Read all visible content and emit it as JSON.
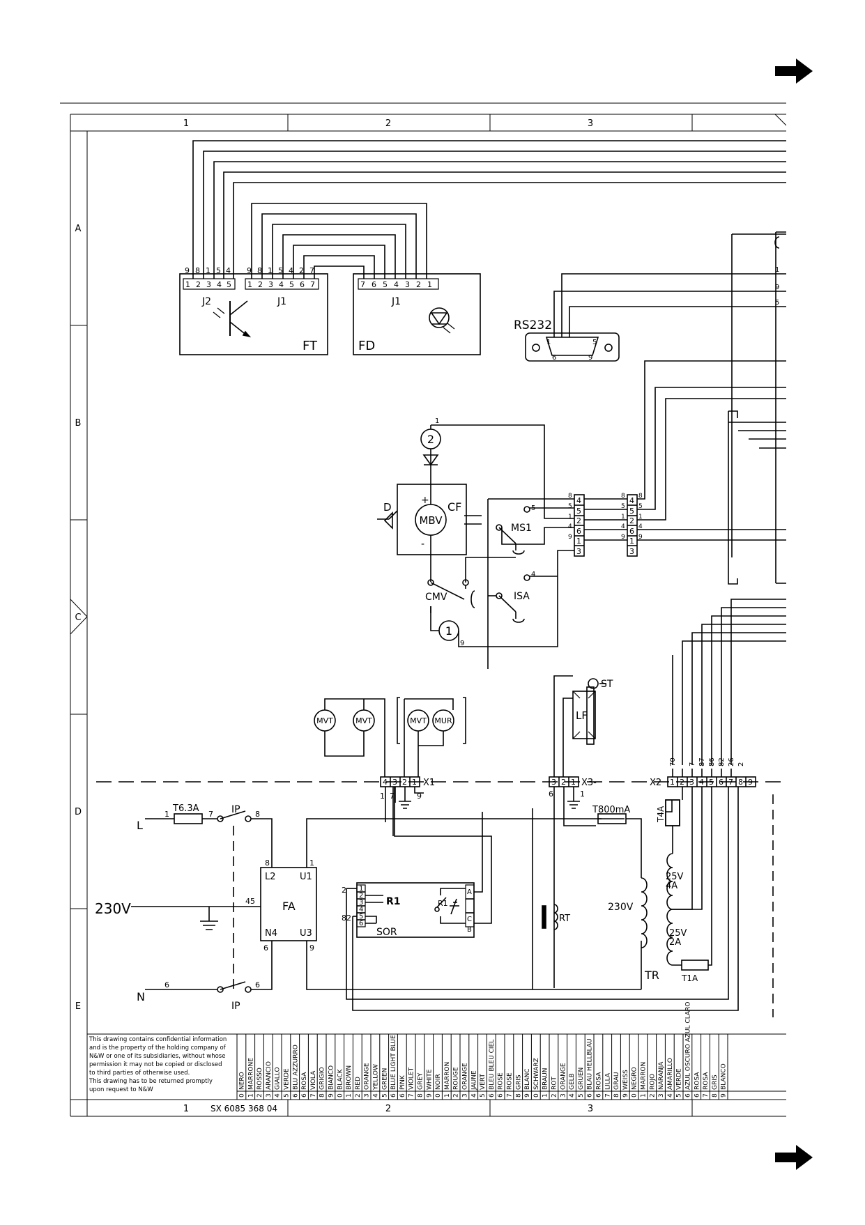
{
  "nav": {
    "next_top": "➔",
    "next_bottom": "➔"
  },
  "columns": [
    "1",
    "2",
    "3"
  ],
  "rows": [
    "A",
    "B",
    "C",
    "D",
    "E"
  ],
  "components": {
    "ft": {
      "label": "FT",
      "j2": "J2",
      "j1": "J1",
      "j2_wires": [
        "9",
        "8",
        "1",
        "5",
        "4"
      ],
      "j2_pins": [
        "1",
        "2",
        "3",
        "4",
        "5"
      ],
      "j1_wires": [
        "9",
        "8",
        "1",
        "5",
        "4",
        "2",
        "7"
      ],
      "j1_pins": [
        "1",
        "2",
        "3",
        "4",
        "5",
        "6",
        "7"
      ]
    },
    "fd": {
      "label": "FD",
      "j1": "J1",
      "pins": [
        "7",
        "6",
        "5",
        "4",
        "3",
        "2",
        "1"
      ]
    },
    "rs232": {
      "label": "RS232",
      "p1": "1",
      "p5": "5",
      "p6": "6",
      "p9": "9",
      "w1": "1",
      "w9": "9",
      "w5": "5"
    },
    "m2": "2",
    "m1": "1",
    "mbv": "MBV",
    "d": "D",
    "cf": "CF",
    "plus": "+",
    "minus": "-",
    "ms1": "MS1",
    "isa": "ISA",
    "cmv": "CMV",
    "wire_1": "1",
    "wire_5": "5",
    "wire_4": "4",
    "wire_9": "9",
    "block_left": {
      "pins": [
        "4",
        "5",
        "2",
        "6",
        "1",
        "3"
      ],
      "left": [
        "8",
        "5",
        "1",
        "4",
        "9"
      ]
    },
    "block_right": {
      "pins": [
        "4",
        "5",
        "2",
        "6",
        "1",
        "3"
      ],
      "left": [
        "8",
        "5",
        "1",
        "4",
        "9"
      ],
      "right": [
        "8",
        "5",
        "1",
        "4",
        "9"
      ]
    },
    "mvt1": "MVT",
    "mvt2": "MVT",
    "mvt3": "MVT",
    "mur": "MUR",
    "lf": "LF",
    "st": "ST",
    "x1": {
      "label": "X1",
      "pins": [
        "4",
        "3",
        "2",
        "1"
      ],
      "under": [
        "1",
        "7",
        "9"
      ]
    },
    "x3": {
      "label": "X3-",
      "pins": [
        "3",
        "2",
        "1"
      ],
      "under": [
        "6",
        "1"
      ]
    },
    "x2": {
      "label": "X2",
      "pins": [
        "1",
        "2",
        "3",
        "4",
        "5",
        "6",
        "7",
        "8",
        "9"
      ],
      "wires": [
        "70",
        "7",
        "87",
        "86",
        "82",
        "26",
        "2"
      ]
    },
    "l": "L",
    "n": "N",
    "v230": "230V",
    "t63a": "T6.3A",
    "ip_top": "IP",
    "ip_bot": "IP",
    "w1": "1",
    "w7": "7",
    "w8": "8",
    "w6a": "6",
    "w6b": "6",
    "fa": {
      "label": "FA",
      "l2": "L2",
      "u1": "U1",
      "n4": "N4",
      "u3": "U3",
      "w8": "8",
      "w1": "1",
      "w45": "45",
      "w6": "6",
      "w9": "9"
    },
    "sor": {
      "label": "SOR",
      "pins": [
        "1",
        "2",
        "3",
        "4",
        "5",
        "6"
      ],
      "r1": "R1",
      "r1b": "R1",
      "a": "A",
      "c": "C",
      "b": "B",
      "w2": "2",
      "w82": "82"
    },
    "rt": "RT",
    "t800": "T800mA",
    "t4a": "T4A",
    "t1a": "T1A",
    "tr": "TR",
    "v230_tr": "230V",
    "v25_4": "25V",
    "a4": "4A",
    "v25_2": "25V",
    "a2": "2A"
  },
  "footer": {
    "notice": [
      "This drawing contains confidential information",
      "and is the property of the holding company of",
      "N&W or one of its subsidiaries, without whose",
      "permission it may not be copied or disclosed",
      "to third parties of otherwise used.",
      "This drawing has to be returned promptly",
      "upon request to N&W"
    ],
    "doc_number": "SX 6085 368 04",
    "col1": "1",
    "col2": "2",
    "col3": "3",
    "color_codes": [
      {
        "n": "0",
        "name": "NERO"
      },
      {
        "n": "1",
        "name": "MARRONE"
      },
      {
        "n": "2",
        "name": "ROSSO"
      },
      {
        "n": "3",
        "name": "ARANCIO"
      },
      {
        "n": "4",
        "name": "GIALLO"
      },
      {
        "n": "5",
        "name": "VERDE"
      },
      {
        "n": "6",
        "name": "BLU AZZURRO"
      },
      {
        "n": "6",
        "name": "ROSA"
      },
      {
        "n": "7",
        "name": "VIOLA"
      },
      {
        "n": "8",
        "name": "GRIGIO"
      },
      {
        "n": "9",
        "name": "BIANCO"
      },
      {
        "n": "0",
        "name": "BLACK"
      },
      {
        "n": "1",
        "name": "BROWN"
      },
      {
        "n": "2",
        "name": "RED"
      },
      {
        "n": "3",
        "name": "ORANGE"
      },
      {
        "n": "4",
        "name": "YELLOW"
      },
      {
        "n": "5",
        "name": "GREEN"
      },
      {
        "n": "6",
        "name": "BLUE LIGHT BLUE"
      },
      {
        "n": "6",
        "name": "PINK"
      },
      {
        "n": "7",
        "name": "VIOLET"
      },
      {
        "n": "8",
        "name": "GREY"
      },
      {
        "n": "9",
        "name": "WHITE"
      },
      {
        "n": "0",
        "name": "NOIR"
      },
      {
        "n": "1",
        "name": "MARRON"
      },
      {
        "n": "2",
        "name": "ROUGE"
      },
      {
        "n": "3",
        "name": "ORANGE"
      },
      {
        "n": "4",
        "name": "JAUNE"
      },
      {
        "n": "5",
        "name": "VERT"
      },
      {
        "n": "6",
        "name": "BLEU BLEU CIEL"
      },
      {
        "n": "6",
        "name": "ROSE"
      },
      {
        "n": "7",
        "name": "ROSE"
      },
      {
        "n": "8",
        "name": "GRIS"
      },
      {
        "n": "9",
        "name": "BLANC"
      },
      {
        "n": "0",
        "name": "SCHWARZ"
      },
      {
        "n": "1",
        "name": "BRAUN"
      },
      {
        "n": "2",
        "name": "ROT"
      },
      {
        "n": "3",
        "name": "ORANGE"
      },
      {
        "n": "4",
        "name": "GELB"
      },
      {
        "n": "5",
        "name": "GRUEN"
      },
      {
        "n": "6",
        "name": "BLAU HELLBLAU"
      },
      {
        "n": "6",
        "name": "ROSA"
      },
      {
        "n": "7",
        "name": "LILLA"
      },
      {
        "n": "8",
        "name": "GRAU"
      },
      {
        "n": "9",
        "name": "WEISS"
      },
      {
        "n": "0",
        "name": "NEGRO"
      },
      {
        "n": "1",
        "name": "MARRON"
      },
      {
        "n": "2",
        "name": "ROJO"
      },
      {
        "n": "3",
        "name": "NARANJA"
      },
      {
        "n": "4",
        "name": "AMARILLO"
      },
      {
        "n": "5",
        "name": "VERDE"
      },
      {
        "n": "6",
        "name": "AZUL OSCURO AZUL CLARO"
      },
      {
        "n": "6",
        "name": "ROSA"
      },
      {
        "n": "7",
        "name": "ROSA"
      },
      {
        "n": "8",
        "name": "GRIS"
      },
      {
        "n": "9",
        "name": "BLANCO"
      }
    ]
  }
}
